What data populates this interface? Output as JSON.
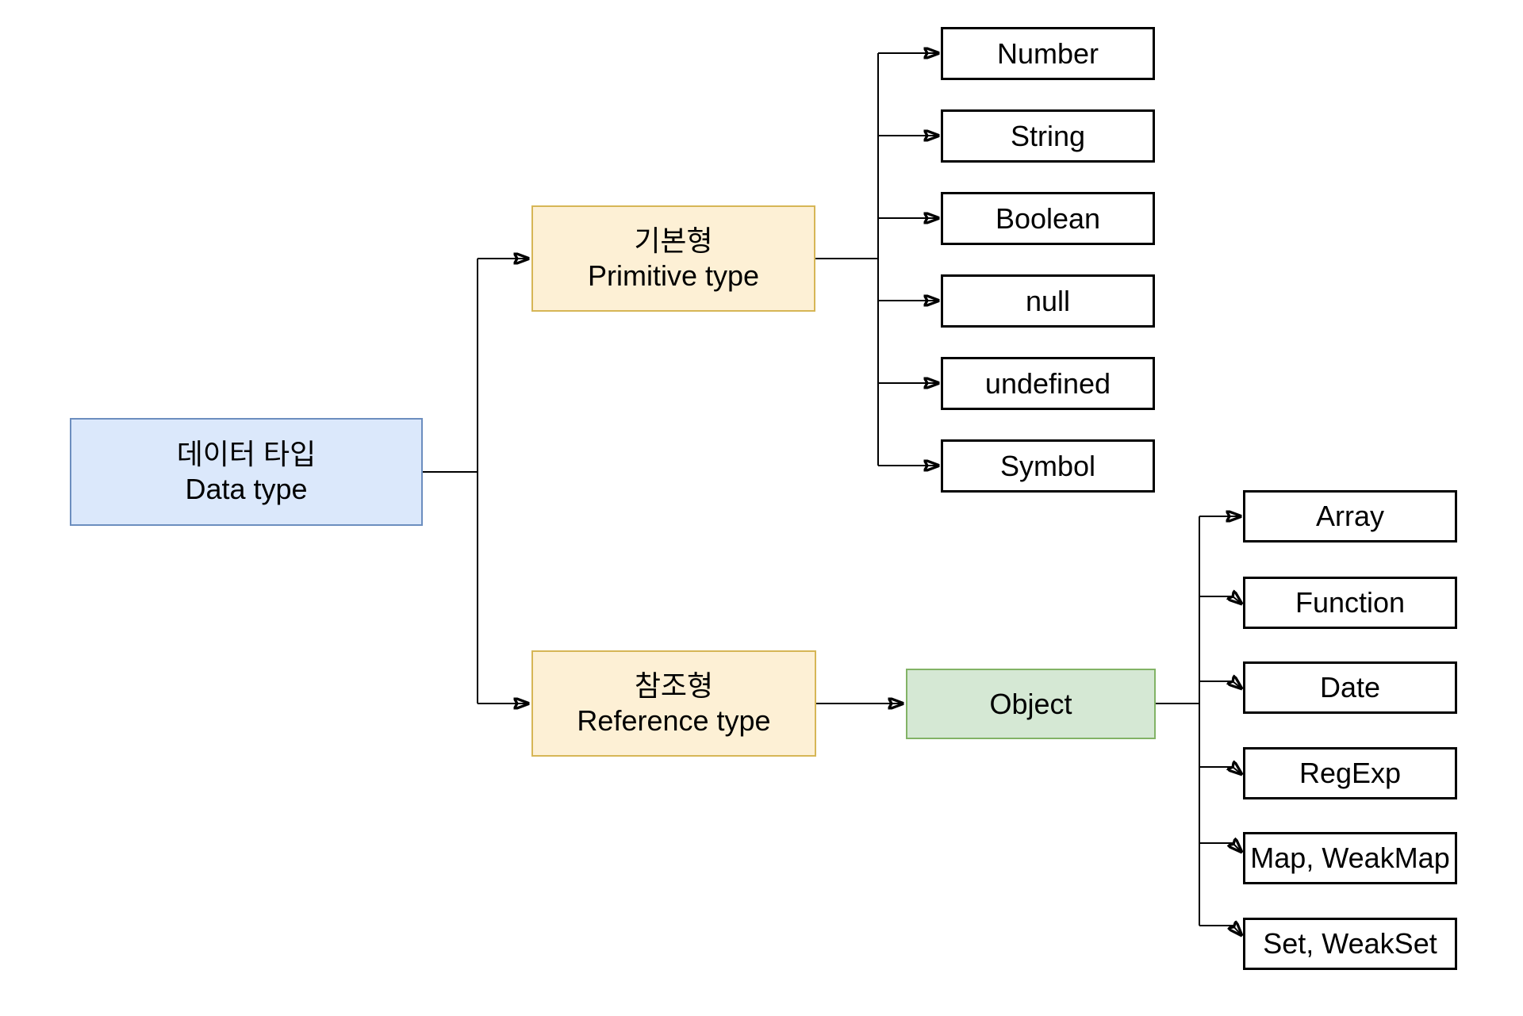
{
  "diagram": {
    "root": {
      "label_ko": "데이터 타입",
      "label_en": "Data type"
    },
    "primitive": {
      "label_ko": "기본형",
      "label_en": "Primitive type",
      "children": [
        "Number",
        "String",
        "Boolean",
        "null",
        "undefined",
        "Symbol"
      ]
    },
    "reference": {
      "label_ko": "참조형",
      "label_en": "Reference type",
      "object_label": "Object",
      "children": [
        "Array",
        "Function",
        "Date",
        "RegExp",
        "Map, WeakMap",
        "Set, WeakSet"
      ]
    },
    "colors": {
      "root_fill": "#dbe8fb",
      "root_stroke": "#6c8ebf",
      "group_fill": "#fdf0d5",
      "group_stroke": "#d6b656",
      "object_fill": "#d5e8d4",
      "object_stroke": "#82b366",
      "leaf_fill": "#ffffff",
      "leaf_stroke": "#000000",
      "connector": "#000000",
      "background": "#ffffff"
    }
  }
}
